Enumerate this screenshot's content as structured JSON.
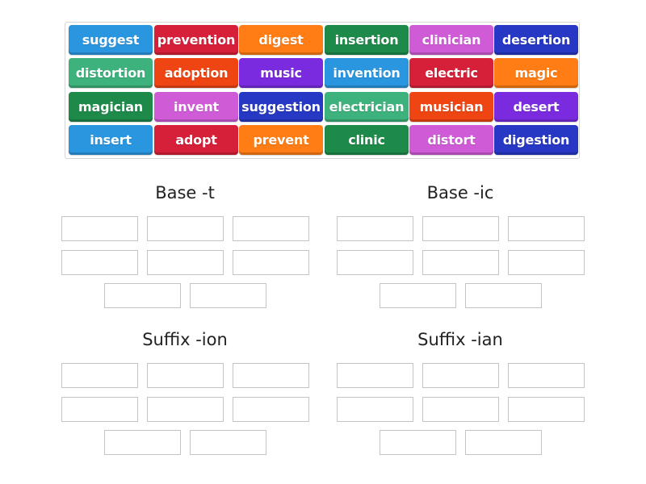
{
  "tiles": [
    {
      "label": "suggest",
      "color": "#2b96e0"
    },
    {
      "label": "prevention",
      "color": "#d6203a"
    },
    {
      "label": "digest",
      "color": "#ff7d14"
    },
    {
      "label": "insertion",
      "color": "#1e8a4a"
    },
    {
      "label": "clinician",
      "color": "#cf5bd6"
    },
    {
      "label": "desertion",
      "color": "#2638c4"
    },
    {
      "label": "distortion",
      "color": "#3eb27c"
    },
    {
      "label": "adoption",
      "color": "#ee4512"
    },
    {
      "label": "music",
      "color": "#7a2be0"
    },
    {
      "label": "invention",
      "color": "#2b96e0"
    },
    {
      "label": "electric",
      "color": "#d6203a"
    },
    {
      "label": "magic",
      "color": "#ff7d14"
    },
    {
      "label": "magician",
      "color": "#1e8a4a"
    },
    {
      "label": "invent",
      "color": "#cf5bd6"
    },
    {
      "label": "suggestion",
      "color": "#2638c4"
    },
    {
      "label": "electrician",
      "color": "#3eb27c"
    },
    {
      "label": "musician",
      "color": "#ee4512"
    },
    {
      "label": "desert",
      "color": "#7a2be0"
    },
    {
      "label": "insert",
      "color": "#2b96e0"
    },
    {
      "label": "adopt",
      "color": "#d6203a"
    },
    {
      "label": "prevent",
      "color": "#ff7d14"
    },
    {
      "label": "clinic",
      "color": "#1e8a4a"
    },
    {
      "label": "distort",
      "color": "#cf5bd6"
    },
    {
      "label": "digestion",
      "color": "#2638c4"
    }
  ],
  "groups": [
    {
      "title": "Base -t",
      "slots": 8
    },
    {
      "title": "Base -ic",
      "slots": 8
    },
    {
      "title": "Suffix -ion",
      "slots": 8
    },
    {
      "title": "Suffix -ian",
      "slots": 8
    }
  ]
}
